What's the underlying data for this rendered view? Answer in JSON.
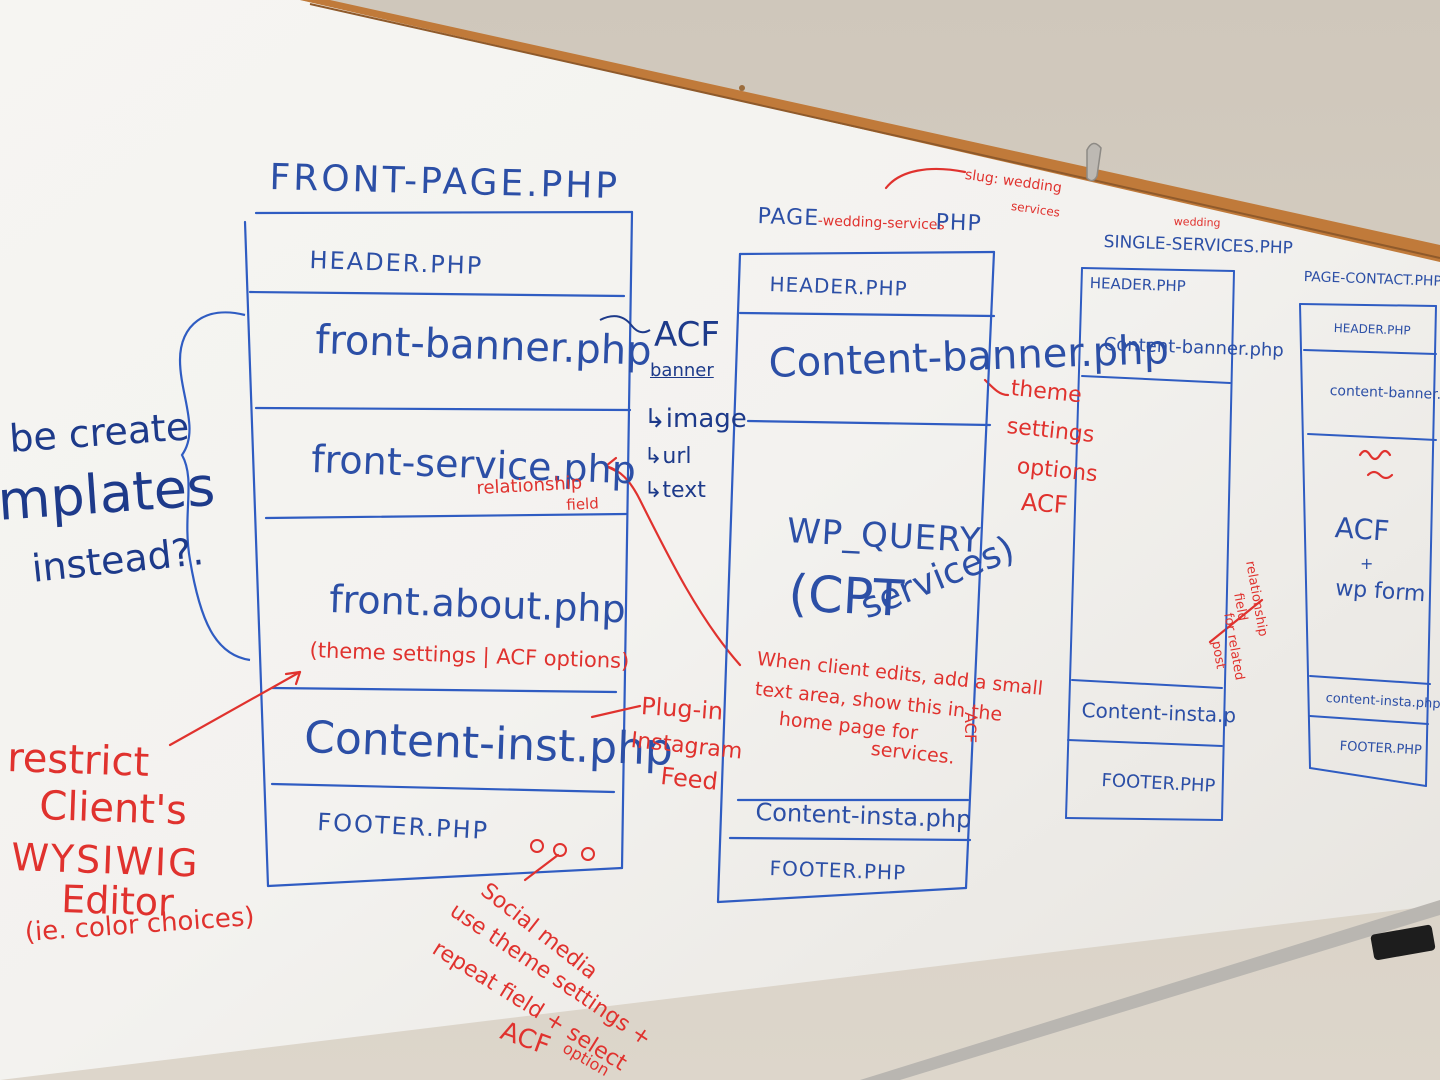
{
  "scene": {
    "description_colors": {
      "marker_blue": "#2c4fa6",
      "marker_red": "#e0322e",
      "marker_navy": "#1d3a8a",
      "wood_rail": "#c07a3a"
    }
  },
  "front_page": {
    "title": "FRONT-PAGE.PHP",
    "sections": {
      "header": "HEADER.PHP",
      "banner": "front-banner.php",
      "service": "front-service.php",
      "about": "front.about.php",
      "inst": "Content-inst.php",
      "footer": "FOOTER.PHP"
    },
    "notes": {
      "about_note": "(theme settings | ACF options)",
      "relationship_1": "relationship",
      "relationship_2": "field",
      "footer_dots": "o o o"
    }
  },
  "acf_note": {
    "title": "ACF",
    "banner": "banner",
    "image": "↳image",
    "url": "↳url",
    "text": "↳text"
  },
  "left_note": {
    "line1": "be create",
    "line2": "mplates",
    "line3": "instead?."
  },
  "restrict_note": {
    "line1": "restrict",
    "line2": "Client's",
    "line3": "WYSIWIG",
    "line4": "Editor",
    "line5": "(ie. color choices)"
  },
  "plugin_note": {
    "line1": "Plug-in",
    "line2": "Instagram",
    "line3": "Feed"
  },
  "social_note": {
    "line1": "Social media",
    "line2": "use theme settings +",
    "line3": "repeat field + select",
    "line4": "option",
    "line5": "ACF"
  },
  "page_wedding": {
    "title_prefix": "PAGE",
    "title_mid": "-wedding-services",
    "title_suffix": "PHP",
    "slug_note_1": "slug: wedding",
    "slug_note_2": "services",
    "sections": {
      "header": "HEADER.PHP",
      "banner": "Content-banner.php",
      "query_1": "WP_QUERY",
      "query_2": "(CPT",
      "query_3": "services)",
      "insta": "Content-insta.php",
      "footer": "FOOTER.PHP"
    },
    "theme_note": {
      "line1": "theme",
      "line2": "settings",
      "line3": "options",
      "line4": "ACF"
    },
    "client_note": {
      "line1": "When client edits, add a small",
      "line2": "text area, show this in the",
      "line3": "home page for",
      "line4": "services.",
      "side": "ACF"
    }
  },
  "single_services": {
    "title": "SINGLE-SERVICES.PHP",
    "title_note": "wedding",
    "sections": {
      "header": "HEADER.PHP",
      "banner": "Content-banner.php",
      "insta": "Content-insta.p",
      "footer": "FOOTER.PHP"
    },
    "relationship_note": {
      "line1": "relationship",
      "line2": "field",
      "line3": "for related",
      "line4": "post"
    }
  },
  "page_contact": {
    "title": "PAGE-CONTACT.PHP",
    "sections": {
      "header": "HEADER.PHP",
      "banner": "content-banner.php",
      "acf_1": "ACF",
      "acf_2": "+",
      "acf_3": "wp form",
      "insta": "content-insta.php",
      "footer": "FOOTER.PHP"
    }
  }
}
